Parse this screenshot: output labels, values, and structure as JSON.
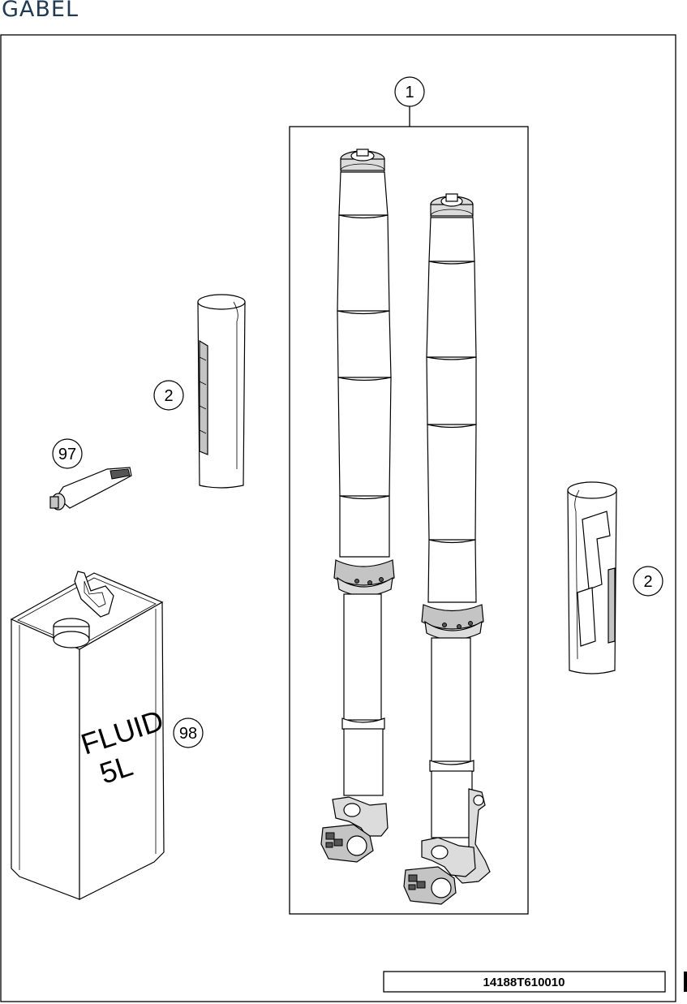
{
  "page": {
    "title": "GABEL"
  },
  "callouts": [
    {
      "id": "fork-assembly",
      "label": "1"
    },
    {
      "id": "fork-protector-left",
      "label": "2"
    },
    {
      "id": "fork-protector-right",
      "label": "2"
    },
    {
      "id": "grease-tube",
      "label": "97"
    },
    {
      "id": "fork-oil",
      "label": "98"
    }
  ],
  "can": {
    "line1": "FLUID",
    "line2": "5L"
  },
  "reference": {
    "code": "14188T610010"
  }
}
